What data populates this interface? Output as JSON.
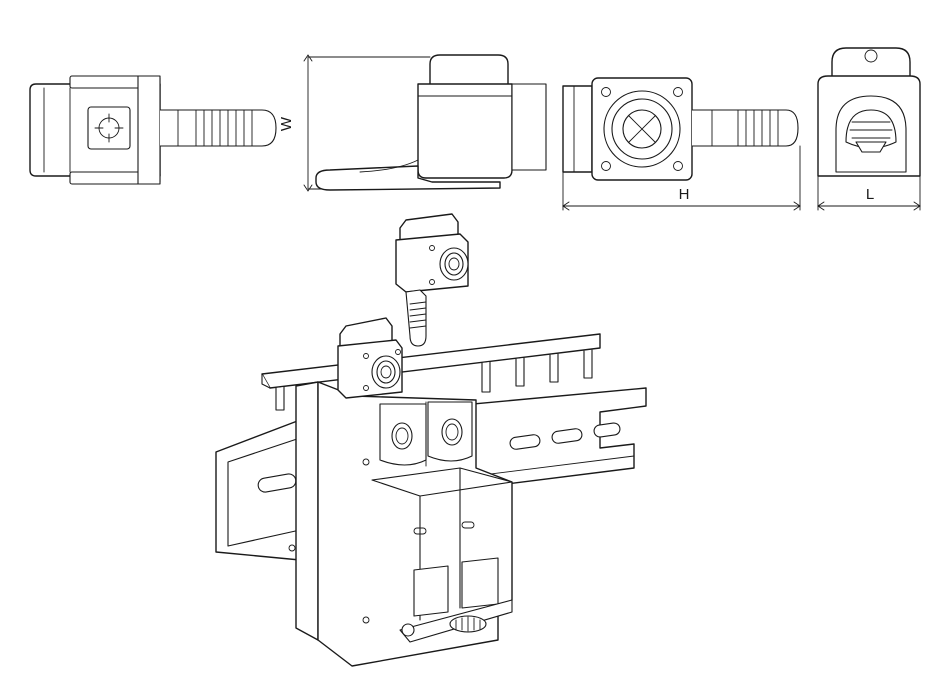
{
  "dimension_labels": {
    "width": "W",
    "height": "H",
    "length": "L"
  }
}
